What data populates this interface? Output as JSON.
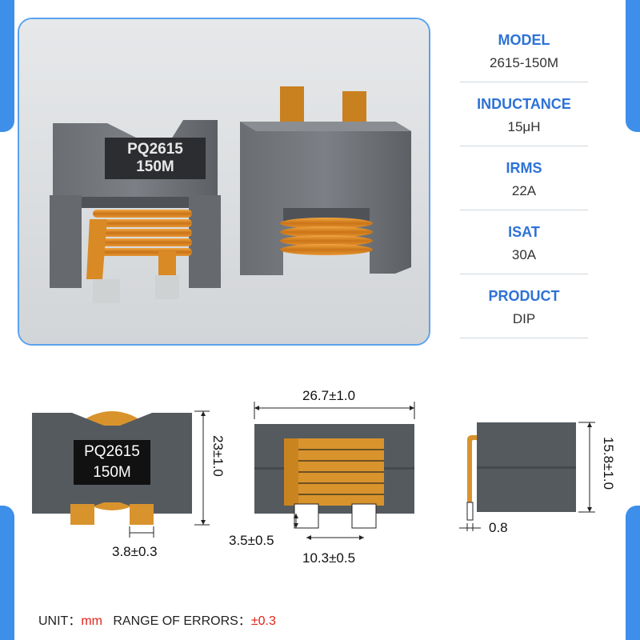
{
  "colors": {
    "accent_blue": "#2d72d6",
    "ferrite_gray": "#555a5f",
    "copper": "#d9932d",
    "footer_red": "#e0241b"
  },
  "photo": {
    "label_line1": "PQ2615",
    "label_line2": "150M"
  },
  "specs": [
    {
      "label": "MODEL",
      "value": "2615-150M"
    },
    {
      "label": "INDUCTANCE",
      "value": "15μH"
    },
    {
      "label": "IRMS",
      "value": "22A"
    },
    {
      "label": "ISAT",
      "value": "30A"
    },
    {
      "label": "PRODUCT",
      "value": "DIP"
    }
  ],
  "drawing": {
    "label_line1": "PQ2615",
    "label_line2": "150M",
    "height_dim": "23±1.0",
    "pin_width_dim": "3.8±0.3",
    "length_dim": "26.7±1.0",
    "pin_height_dim": "3.5±0.5",
    "pin_spacing_dim": "10.3±0.5",
    "side_height_dim": "15.8±1.0",
    "thickness_dim": "0.8"
  },
  "footer": {
    "unit_label": "UNIT：",
    "unit_value": "mm",
    "range_label": "RANGE OF ERRORS：",
    "range_value": "±0.3"
  }
}
